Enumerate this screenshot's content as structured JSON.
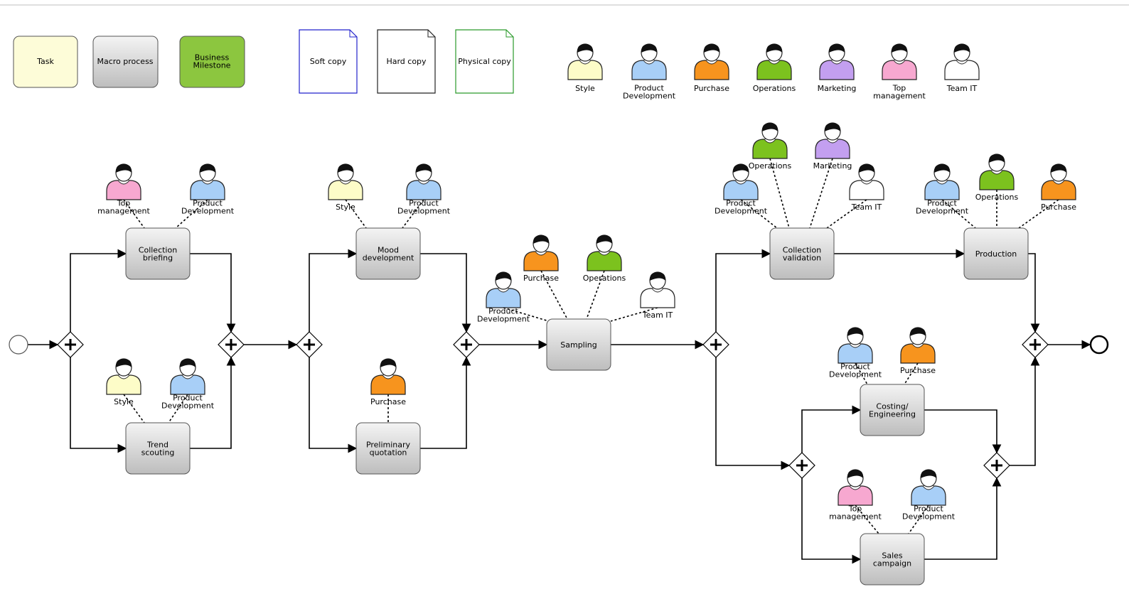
{
  "colors": {
    "task": "#fdfcd8",
    "macro_top": "#f4f4f4",
    "macro_bottom": "#bdbdbd",
    "milestone": "#8cc63f",
    "soft_copy_stroke": "#2222cc",
    "hard_copy_stroke": "#222222",
    "physical_copy_stroke": "#2a9a2a",
    "line": "#000000",
    "style": "#fdfcc8",
    "product_development": "#a8cff7",
    "purchase": "#f7941e",
    "operations": "#7cc21e",
    "marketing": "#c39ff0",
    "top_management": "#f7a8d0",
    "team_it": "#ffffff"
  },
  "legend": {
    "shapes": [
      {
        "id": "task",
        "label": "Task",
        "kind": "task"
      },
      {
        "id": "macro",
        "label": "Macro process",
        "kind": "macro"
      },
      {
        "id": "milestone",
        "label": "Business Milestone",
        "kind": "milestone"
      }
    ],
    "documents": [
      {
        "id": "soft",
        "label": "Soft copy",
        "stroke": "soft_copy_stroke"
      },
      {
        "id": "hard",
        "label": "Hard copy",
        "stroke": "hard_copy_stroke"
      },
      {
        "id": "physical",
        "label": "Physical copy",
        "stroke": "physical_copy_stroke"
      }
    ],
    "roles": [
      {
        "id": "style",
        "label": "Style"
      },
      {
        "id": "product_development",
        "label": "Product Development"
      },
      {
        "id": "purchase",
        "label": "Purchase"
      },
      {
        "id": "operations",
        "label": "Operations"
      },
      {
        "id": "marketing",
        "label": "Marketing"
      },
      {
        "id": "top_management",
        "label": "Top management"
      },
      {
        "id": "team_it",
        "label": "Team IT"
      }
    ]
  },
  "process": {
    "tasks": [
      {
        "id": "collection_briefing",
        "label": "Collection briefing",
        "roles": [
          "top_management",
          "product_development"
        ]
      },
      {
        "id": "trend_scouting",
        "label": "Trend scouting",
        "roles": [
          "style",
          "product_development"
        ]
      },
      {
        "id": "mood_development",
        "label": "Mood development",
        "roles": [
          "style",
          "product_development"
        ]
      },
      {
        "id": "preliminary_quotation",
        "label": "Preliminary quotation",
        "roles": [
          "purchase"
        ]
      },
      {
        "id": "sampling",
        "label": "Sampling",
        "roles": [
          "product_development",
          "purchase",
          "operations",
          "team_it"
        ]
      },
      {
        "id": "collection_validation",
        "label": "Collection validation",
        "roles": [
          "product_development",
          "operations",
          "marketing",
          "team_it"
        ]
      },
      {
        "id": "production",
        "label": "Production",
        "roles": [
          "product_development",
          "operations",
          "purchase"
        ]
      },
      {
        "id": "costing_engineering",
        "label": "Costing/ Engineering",
        "roles": [
          "product_development",
          "purchase"
        ]
      },
      {
        "id": "sales_campaign",
        "label": "Sales campaign",
        "roles": [
          "top_management",
          "product_development"
        ]
      }
    ],
    "gateways": [
      "g1",
      "g2",
      "g3",
      "g4",
      "g5",
      "g6",
      "g7",
      "g8"
    ],
    "events": [
      "start",
      "end"
    ]
  }
}
